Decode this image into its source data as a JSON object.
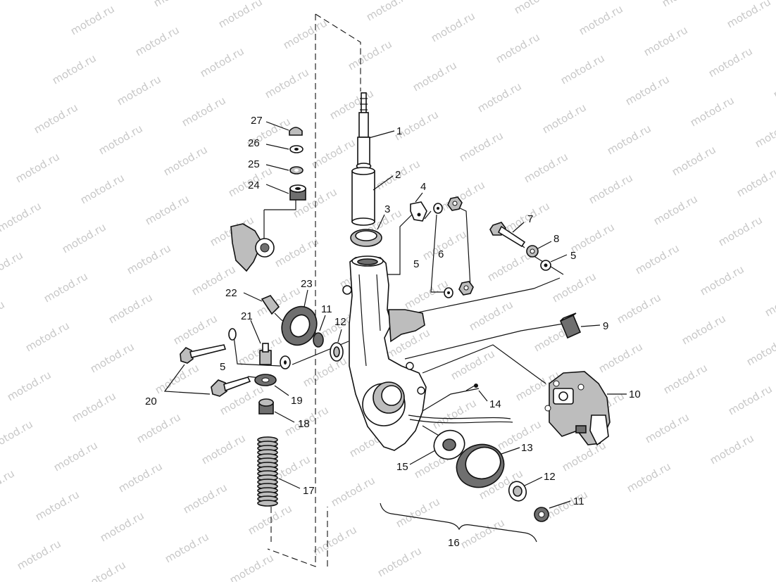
{
  "watermark": "motod.ru",
  "callouts": [
    {
      "id": "c1",
      "text": "1"
    },
    {
      "id": "c2",
      "text": "2"
    },
    {
      "id": "c3",
      "text": "3"
    },
    {
      "id": "c4",
      "text": "4"
    },
    {
      "id": "c5a",
      "text": "5"
    },
    {
      "id": "c6",
      "text": "6"
    },
    {
      "id": "c7",
      "text": "7"
    },
    {
      "id": "c8",
      "text": "8"
    },
    {
      "id": "c5b",
      "text": "5"
    },
    {
      "id": "c9",
      "text": "9"
    },
    {
      "id": "c10",
      "text": "10"
    },
    {
      "id": "c11a",
      "text": "11"
    },
    {
      "id": "c12a",
      "text": "12"
    },
    {
      "id": "c13",
      "text": "13"
    },
    {
      "id": "c14",
      "text": "14"
    },
    {
      "id": "c15",
      "text": "15"
    },
    {
      "id": "c16",
      "text": "16"
    },
    {
      "id": "c12b",
      "text": "12"
    },
    {
      "id": "c11b",
      "text": "11"
    },
    {
      "id": "c17",
      "text": "17"
    },
    {
      "id": "c18",
      "text": "18"
    },
    {
      "id": "c19",
      "text": "19"
    },
    {
      "id": "c20",
      "text": "20"
    },
    {
      "id": "c5c",
      "text": "5"
    },
    {
      "id": "c21",
      "text": "21"
    },
    {
      "id": "c22",
      "text": "22"
    },
    {
      "id": "c23",
      "text": "23"
    },
    {
      "id": "c24",
      "text": "24"
    },
    {
      "id": "c25",
      "text": "25"
    },
    {
      "id": "c26",
      "text": "26"
    },
    {
      "id": "c27",
      "text": "27"
    }
  ]
}
